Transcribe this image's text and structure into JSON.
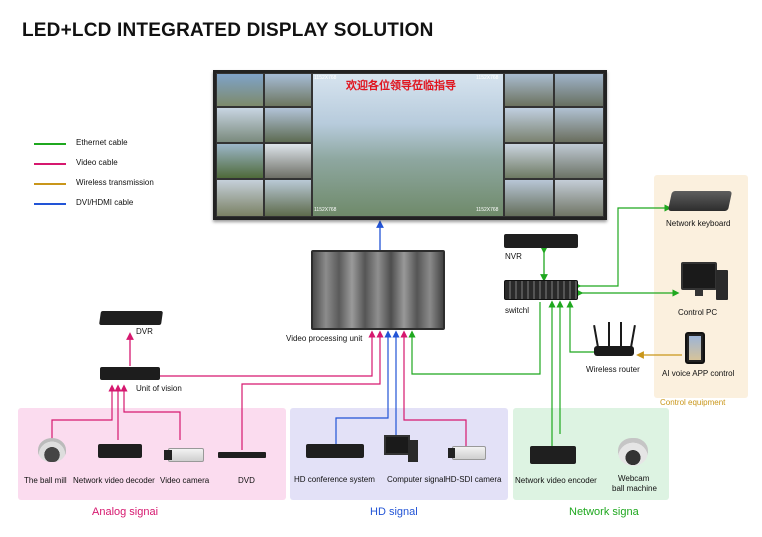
{
  "title": "LED+LCD INTEGRATED DISPLAY SOLUTION",
  "legend": [
    {
      "label": "Ethernet cable",
      "color": "#1fa81f"
    },
    {
      "label": "Video cable",
      "color": "#d6186f"
    },
    {
      "label": "Wireless transmission",
      "color": "#c9961a"
    },
    {
      "label": "DVI/HDMI cable",
      "color": "#2254d6"
    }
  ],
  "screen": {
    "banner": "欢迎各位领导莅临指导",
    "res_top_left": "1152X768",
    "res_top_right": "1152X768",
    "res_bottom_left": "1152X768",
    "res_bottom_right": "1152X768"
  },
  "devices": {
    "video_processing_unit": "Video processing unit",
    "dvr": "DVR",
    "unit_of_vision": "Unit of vision",
    "nvr": "NVR",
    "switch": "switchl",
    "network_keyboard": "Network keyboard",
    "control_pc": "Control PC",
    "wireless_router": "Wireless router",
    "ai_voice_app": "AI voice APP control",
    "control_equipment": "Control equipment"
  },
  "analog": {
    "ball_mill": "The ball mill",
    "network_video_decoder": "Network video decoder",
    "video_camera": "Video camera",
    "dvd": "DVD",
    "zone_label": "Analog signai"
  },
  "hd": {
    "conference_system": "HD conference system",
    "computer_signal": "Computer signal",
    "sdi_camera": "HD-SDI camera",
    "zone_label": "HD signal"
  },
  "network": {
    "encoder": "Network video encoder",
    "webcam_line1": "Webcam",
    "webcam_line2": "ball machine",
    "zone_label": "Network signa"
  },
  "colors": {
    "ethernet": "#1fa81f",
    "video": "#d6186f",
    "wireless": "#c9961a",
    "hdmi": "#2254d6",
    "analog_zone": "#fbdcef",
    "hd_zone": "#e3e1f7",
    "network_zone": "#ddf3e2",
    "control_zone": "#fbf0de"
  }
}
